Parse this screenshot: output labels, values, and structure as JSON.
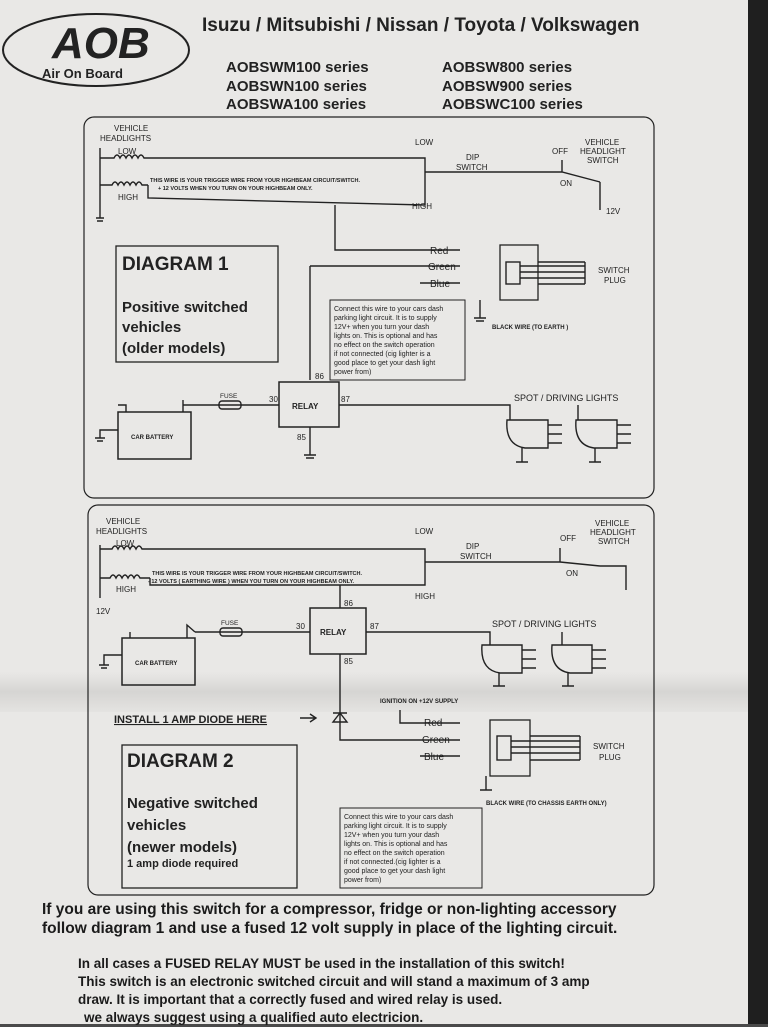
{
  "brand": {
    "logo_text": "AOB",
    "tagline": "Air On Board"
  },
  "header": {
    "makes": "Isuzu / Mitsubishi / Nissan / Toyota / Volkswagen",
    "series_left": [
      "AOBSWM100 series",
      "AOBSWN100 series",
      "AOBSWA100 series"
    ],
    "series_right": [
      "AOBSW800 series",
      "AOBSW900 series",
      "AOBSWC100 series"
    ]
  },
  "diagram1": {
    "vehicle_headlights": [
      "VEHICLE",
      "HEADLIGHTS"
    ],
    "low": "LOW",
    "high": "HIGH",
    "low_switch": "LOW",
    "high_switch": "HIGH",
    "dip_switch": [
      "DIP",
      "SWITCH"
    ],
    "off": "OFF",
    "on": "ON",
    "headlight_switch": [
      "VEHICLE",
      "HEADLIGHT",
      "SWITCH"
    ],
    "volt_12": "12V",
    "trigger_note": [
      "THIS WIRE IS YOUR TRIGGER WIRE FROM YOUR HIGHBEAM CIRCUIT/SWITCH.",
      "+ 12 VOLTS WHEN YOU TURN ON YOUR HIGHBEAM ONLY."
    ],
    "title": "DIAGRAM 1",
    "desc": [
      "Positive switched",
      "vehicles",
      "(older models)"
    ],
    "wire_red": "Red",
    "wire_green": "Green",
    "wire_blue": "Blue",
    "switch_plug": [
      "SWITCH",
      "PLUG"
    ],
    "black_wire": "BLACK WIRE  (TO EARTH )",
    "connect_note": [
      "Connect this wire to your cars dash",
      "parking light circuit. It is to supply",
      "12V+ when you turn your dash",
      "lights on. This is optional and has",
      "no effect on the switch operation",
      "if not connected (cig lighter is a",
      "good place to get your dash light",
      "power from)"
    ],
    "relay": "RELAY",
    "pin_86": "86",
    "pin_85": "85",
    "pin_30": "30",
    "pin_87": "87",
    "fuse": "FUSE",
    "battery": "CAR BATTERY",
    "spot_lights": "SPOT / DRIVING LIGHTS"
  },
  "diagram2": {
    "vehicle_headlights": [
      "VEHICLE",
      "HEADLIGHTS"
    ],
    "low": "LOW",
    "high": "HIGH",
    "low_switch": "LOW",
    "high_switch": "HIGH",
    "dip_switch": [
      "DIP",
      "SWITCH"
    ],
    "off": "OFF",
    "on": "ON",
    "headlight_switch": [
      "VEHICLE",
      "HEADLIGHT",
      "SWITCH"
    ],
    "volt_12": "12V",
    "trigger_note": [
      "THIS WIRE IS YOUR TRIGGER WIRE FROM YOUR HIGHBEAM CIRCUIT/SWITCH.",
      "- 12 VOLTS ( EARTHING WIRE ) WHEN YOU TURN ON YOUR HIGHBEAM ONLY."
    ],
    "relay": "RELAY",
    "pin_86": "86",
    "pin_85": "85",
    "pin_30": "30",
    "pin_87": "87",
    "fuse": "FUSE",
    "battery": "CAR BATTERY",
    "spot_lights": "SPOT / DRIVING LIGHTS",
    "diode_note": "INSTALL 1 AMP DIODE HERE",
    "ignition": "IGNITION ON +12V SUPPLY",
    "wire_red": "Red",
    "wire_green": "Green",
    "wire_blue": "Blue",
    "switch_plug": [
      "SWITCH",
      "PLUG"
    ],
    "black_wire": "BLACK WIRE  (TO CHASSIS EARTH ONLY)",
    "title": "DIAGRAM 2",
    "desc": [
      "Negative switched",
      "vehicles",
      "(newer models)"
    ],
    "diode_req": "1 amp diode required",
    "connect_note": [
      "Connect this wire to your cars dash",
      "parking light circuit. It is to supply",
      "12V+ when you turn your dash",
      "lights on. This is optional and has",
      "no effect on the switch operation",
      "if not connected.(cig lighter is a",
      "good place to get your dash light",
      "power from)"
    ]
  },
  "footer": {
    "accessory_note": [
      "If you are using this switch for a compressor, fridge or non-lighting accessory",
      "follow diagram 1 and use a fused 12 volt supply in place of the lighting circuit."
    ],
    "warning": [
      "In all cases a FUSED RELAY MUST be used in the installation of this switch!",
      "This switch is an electronic switched circuit and will stand a maximum of 3 amp",
      "draw. It is important that a correctly fused and wired relay is used.",
      "we always suggest using a qualified auto electricion."
    ]
  }
}
